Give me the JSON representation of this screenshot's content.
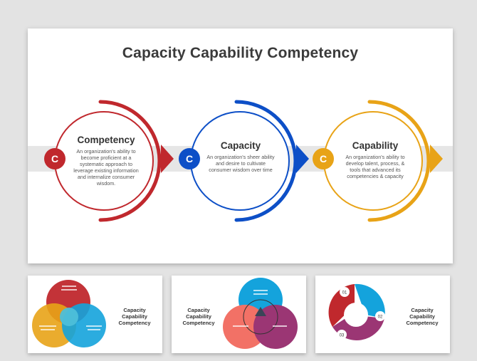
{
  "main": {
    "title": "Capacity Capability Competency",
    "cards": [
      {
        "badge": "C",
        "heading": "Competency",
        "desc": "An organization's ability to become proficient at a systematic approach to leverage existing information and internalize consumer wisdom.",
        "color": "#c0282d"
      },
      {
        "badge": "C",
        "heading": "Capacity",
        "desc": "An organization's sheer ability and desire to cultivate consumer wisdom over time",
        "color": "#0d4fc7"
      },
      {
        "badge": "C",
        "heading": "Capability",
        "desc": "An organization's ability to develop talent, process, & tools that advanced its competencies & capacity",
        "color": "#e8a317"
      }
    ]
  },
  "thumbnails": [
    {
      "title": "Capacity Capability Competency"
    },
    {
      "title": "Capacity Capability Competency"
    },
    {
      "title": "Capacity Capability Competency"
    }
  ],
  "colors": {
    "red": "#c0282d",
    "blue": "#0d4fc7",
    "yellow": "#e8a317",
    "band": "#e6e6e6"
  }
}
